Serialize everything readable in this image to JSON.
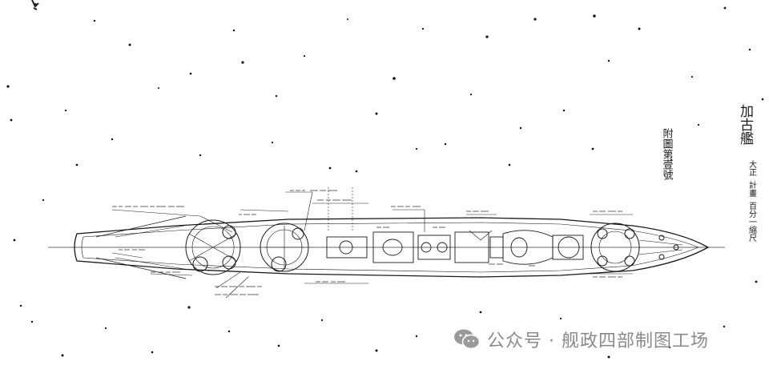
{
  "drawing": {
    "ship_name_label": "加古艦",
    "title_label": "附圖第壹號",
    "note_lines": [
      "大正",
      "計畫",
      "百分一縮尺"
    ],
    "background": "#ffffff",
    "ink": "#1a1a1a"
  },
  "watermark": {
    "icon": "wechat-logo-icon",
    "text": "公众号 · 舰政四部制图工场",
    "color": "#8a8a8a"
  }
}
